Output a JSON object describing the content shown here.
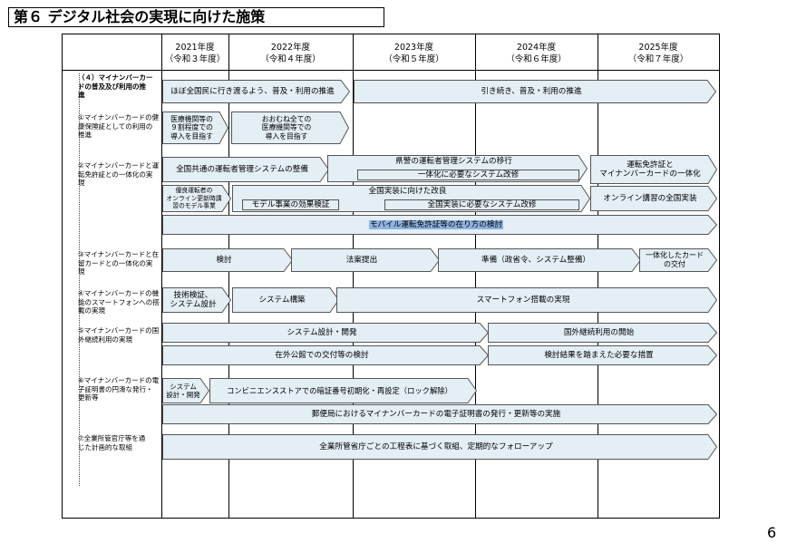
{
  "page_title": "第６ デジタル社会の実現に向けた施策",
  "page_number": "6",
  "years": [
    {
      "year": "2021年度",
      "era": "（令和３年度）"
    },
    {
      "year": "2022年度",
      "era": "（令和４年度）"
    },
    {
      "year": "2023年度",
      "era": "（令和５年度）"
    },
    {
      "year": "2024年度",
      "era": "（令和６年度）"
    },
    {
      "year": "2025年度",
      "era": "（令和７年度）"
    }
  ],
  "rows": [
    "（４）マイナンバーカー\nドの普及及び利用の推\n進",
    "①マイナンバーカードの健\n康保険証としての利用の\n推進",
    "②マイナンバーカードと運\n転免許証との一体化の実\n現",
    "③マイナンバーカードと在\n留カードとの一体化の実\n現",
    "④マイナンバーカードの機\n能のスマートフォンへの搭\n載の実現",
    "⑤マイナンバーカードの国\n外継続利用の実現",
    "⑥マイナンバーカードの電\n子証明書の円滑な発行・\n更新等",
    "⑦全業所管官庁等を通\nじた計画的な取組"
  ],
  "bars": {
    "r0_a": "ほぼ全国民に行き渡るよう、普及・利用の推進",
    "r0_b": "引き続き、普及・利用の推進",
    "r1_a": "医療機関等の\n９割程度での\n導入を目指す",
    "r1_b": "おおむね全ての\n医療機関等での\n導入を目指す",
    "r2_a": "全国共通の運転者管理システムの整備",
    "r2_b": "県警の運転者管理システムの移行",
    "r2_b_sub": "一体化に必要なシステム改修",
    "r2_c": "運転免許証と\nマイナンバーカードの一体化",
    "r2_d": "優良運転者の\nオンライン更新時講\n習のモデル事業",
    "r2_e_top": "全国実装に向けた改良",
    "r2_e_left": "モデル事業の効果検証",
    "r2_e_right": "全国実装に必要なシステム改修",
    "r2_f": "オンライン講習の全国実装",
    "r2_g": "モバイル運転免許証等の在り方の検討",
    "r3_a": "検討",
    "r3_b": "法案提出",
    "r3_c": "準備（政省令、システム整備）",
    "r3_d": "一体化したカード\nの交付",
    "r4_a": "技術検証、\nシステム設計",
    "r4_b": "システム構築",
    "r4_c": "スマートフォン搭載の実現",
    "r5_a": "システム設計・開発",
    "r5_b": "国外継続利用の開始",
    "r5_c": "在外公館での交付等の検討",
    "r5_d": "検討結果を踏まえた必要な措置",
    "r6_a": "システム\n設計・開発",
    "r6_b": "コンビニエンスストアでの暗証番号初期化・再設定（ロック解除）",
    "r6_c": "郵便局におけるマイナンバーカードの電子証明書の発行・更新等の実施",
    "r7_a": "全業所管省庁ごとの工程表に基づく取組、定期的なフォローアップ"
  },
  "colors": {
    "bar_fill": "#e3eef5",
    "bar_stroke": "#555555",
    "highlight": "#8db4e2"
  }
}
